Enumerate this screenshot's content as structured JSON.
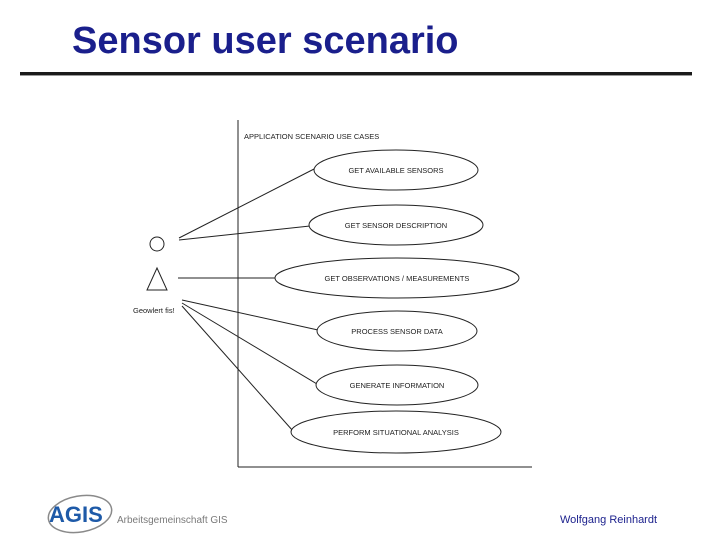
{
  "slide": {
    "title": "Sensor user scenario"
  },
  "diagram": {
    "boundary_label": "APPLICATION SCENARIO USE CASES",
    "actor_label": "Geowlert fis!",
    "use_cases": [
      "GET AVAILABLE SENSORS",
      "GET SENSOR DESCRIPTION",
      "GET OBSERVATIONS / MEASUREMENTS",
      "PROCESS SENSOR DATA",
      "GENERATE INFORMATION",
      "PERFORM SITUATIONAL ANALYSIS"
    ]
  },
  "footer": {
    "logo_text": "AGIS",
    "organization": "Arbeitsgemeinschaft GIS",
    "author": "Wolfgang Reinhardt"
  },
  "colors": {
    "title": "#1a1f8c",
    "logo_blue": "#1e5aa8",
    "logo_gray": "#8a8a8a"
  }
}
